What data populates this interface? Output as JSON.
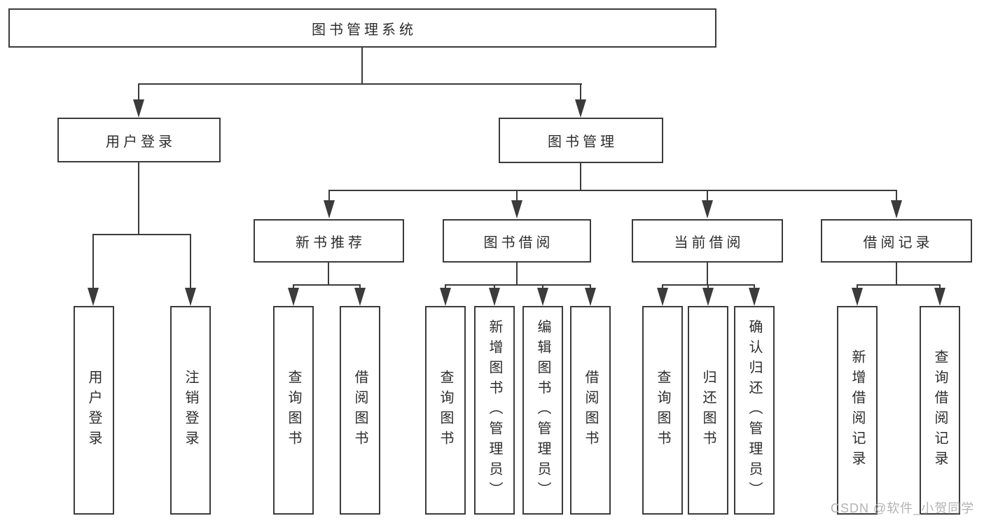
{
  "root": {
    "label": "图书管理系统"
  },
  "branches": {
    "user_login": {
      "label": "用户登录",
      "children": {
        "login": {
          "label": "用户登录"
        },
        "logout": {
          "label": "注销登录"
        }
      }
    },
    "book_mgmt": {
      "label": "图书管理",
      "children": {
        "new_book_rec": {
          "label": "新书推荐",
          "children": {
            "query_book": {
              "label": "查询图书"
            },
            "borrow_book": {
              "label": "借阅图书"
            }
          }
        },
        "book_borrow": {
          "label": "图书借阅",
          "children": {
            "query_book": {
              "label": "查询图书"
            },
            "add_book": {
              "label": "新增图书（管理员）"
            },
            "edit_book": {
              "label": "编辑图书（管理员）"
            },
            "borrow_book": {
              "label": "借阅图书"
            }
          }
        },
        "current_borrow": {
          "label": "当前借阅",
          "children": {
            "query_book": {
              "label": "查询图书"
            },
            "return_book": {
              "label": "归还图书"
            },
            "confirm_return": {
              "label": "确认归还（管理员）"
            }
          }
        },
        "borrow_record": {
          "label": "借阅记录",
          "children": {
            "add_record": {
              "label": "新增借阅记录"
            },
            "query_record": {
              "label": "查询借阅记录"
            }
          }
        }
      }
    }
  },
  "watermark": {
    "text": "CSDN @软件_小贺同学",
    "color": "#b3b3b3"
  },
  "colors": {
    "line": "#3b3b3b",
    "text": "#2d2d2d",
    "background": "#ffffff"
  }
}
